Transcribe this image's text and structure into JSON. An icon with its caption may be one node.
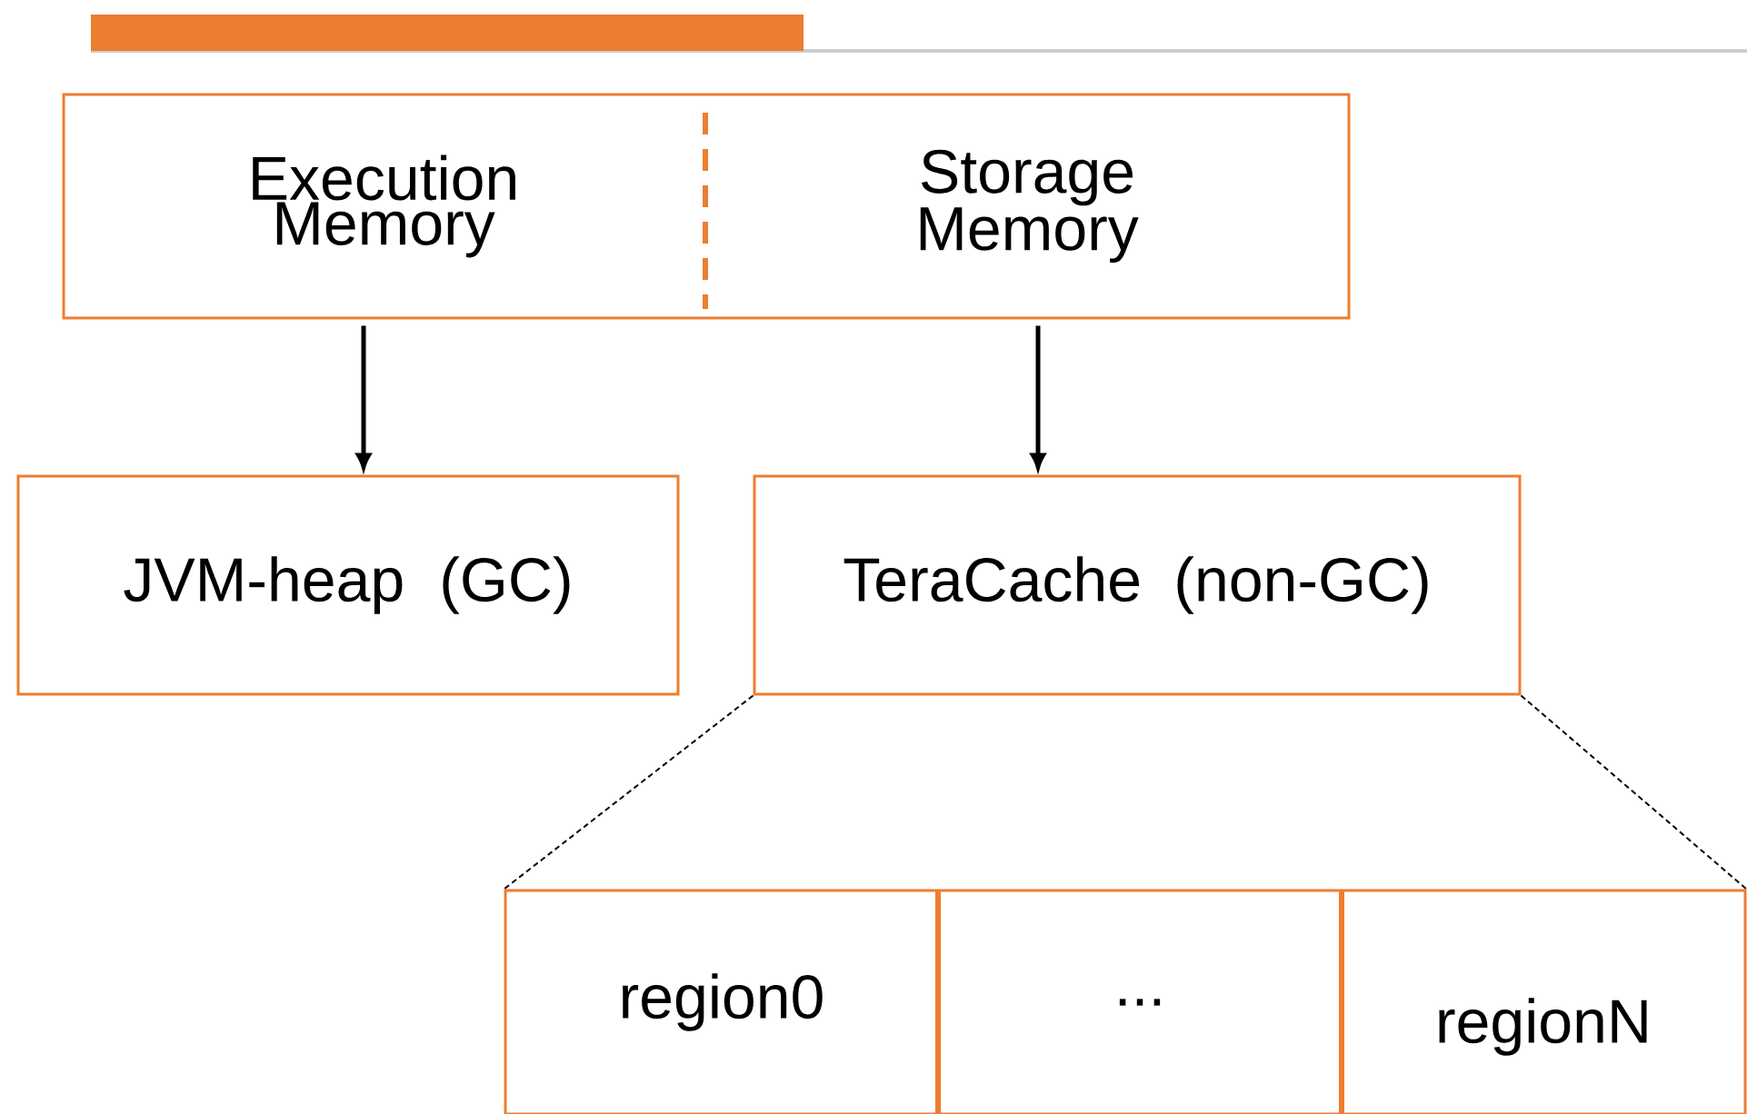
{
  "diagram": {
    "nodes": [
      {
        "text": [],
        "shape": "box"
      },
      {
        "text": [
          "Execution Memory"
        ],
        "in": 0
      },
      {
        "text": [
          "Storage Memory"
        ],
        "in": 0
      },
      {
        "text": [
          "JVM-heap (GC)"
        ]
      },
      {
        "text": [
          "TeraCache (non-GC)"
        ]
      },
      {
        "text": [],
        "shape": "box"
      },
      {
        "text": [
          "region0"
        ],
        "in": 5
      },
      {
        "text": [
          "..."
        ],
        "in": 5
      },
      {
        "text": [
          "regionN"
        ],
        "in": 5
      }
    ],
    "edges": [
      {
        "from": 1,
        "to": 3,
        "arrow": "to",
        "style": "thick"
      },
      {
        "from": 2,
        "to": 4,
        "arrow": "to",
        "style": "thick"
      },
      {
        "from": 4,
        "to": 5,
        "arrow": "none",
        "style": "dashed"
      },
      {
        "from": 4,
        "to": 5,
        "arrow": "none",
        "style": "dashed"
      }
    ]
  }
}
